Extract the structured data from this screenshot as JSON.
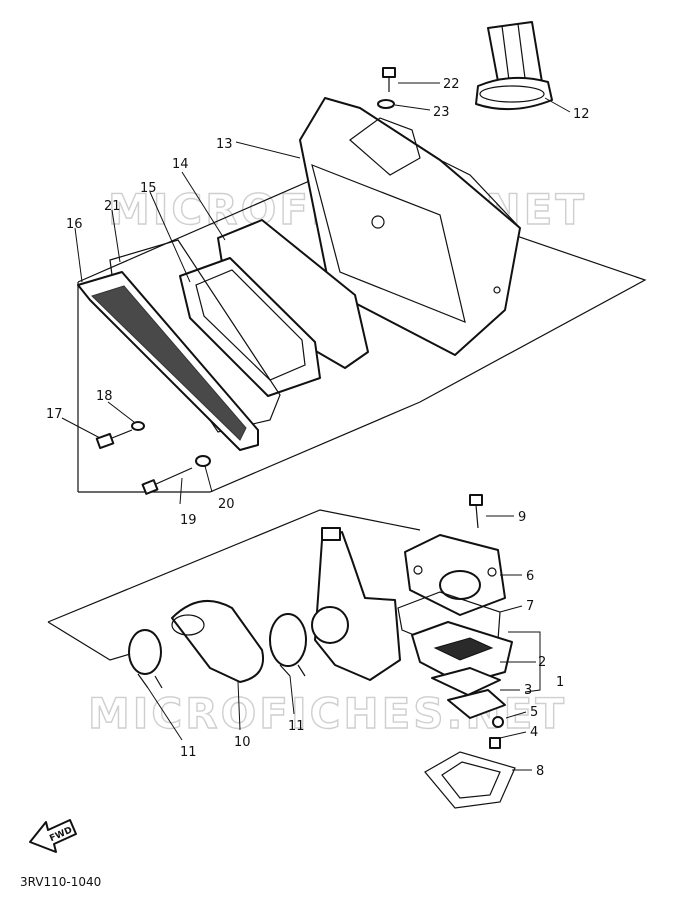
{
  "watermark": "MICROFICHES.NET",
  "drawing_code": "3RV110-1040",
  "fwd_label": "FWD",
  "callouts": [
    "22",
    "23",
    "12",
    "13",
    "14",
    "15",
    "21",
    "16",
    "18",
    "17",
    "19",
    "20",
    "9",
    "6",
    "7",
    "2",
    "1",
    "3",
    "5",
    "4",
    "8",
    "11",
    "10",
    "11"
  ]
}
